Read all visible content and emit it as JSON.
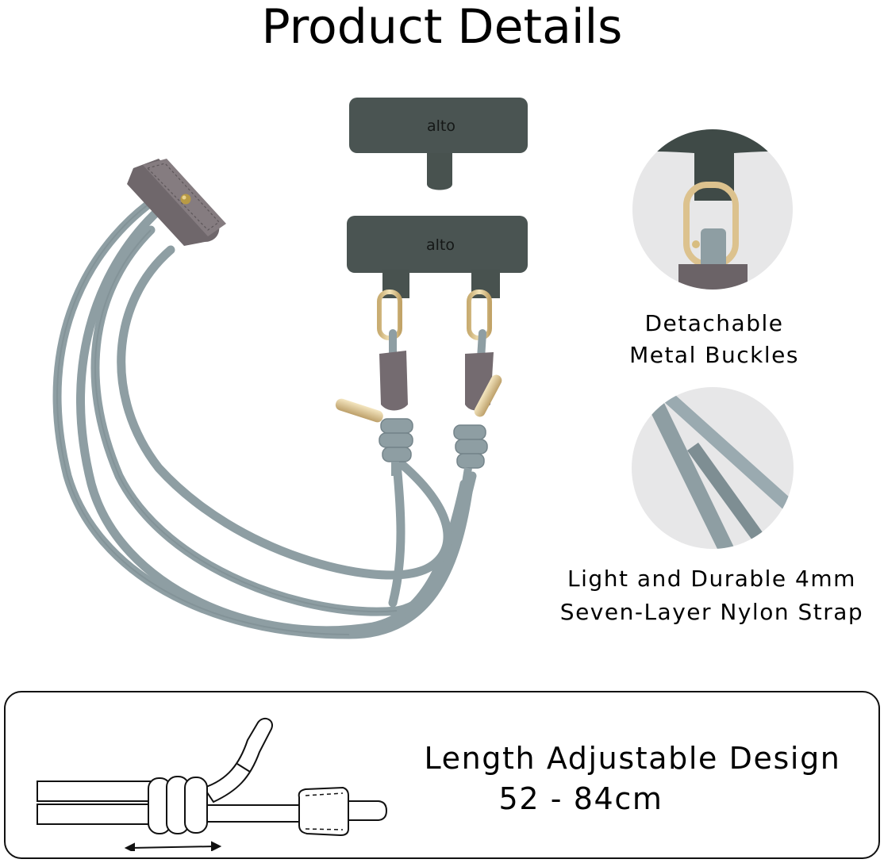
{
  "page": {
    "title": "Product Details"
  },
  "product_image": {
    "brand_logo_top": "alto",
    "brand_logo_bottom": "alto",
    "colors": {
      "patch": "#4a5452",
      "strap": "#8e9ea3",
      "strap_dark": "#7a898e",
      "leather": "#7d7478",
      "gold": "#d9c08a",
      "rivet": "#b89a45"
    }
  },
  "features": [
    {
      "label_line1": "Detachable",
      "label_line2": "Metal Buckles",
      "icon": "buckle-closeup"
    },
    {
      "label_line1": "Light and Durable 4mm",
      "label_line2": "Seven-Layer Nylon Strap",
      "icon": "nylon-strap-closeup"
    }
  ],
  "adjustable": {
    "title": "Length Adjustable Design",
    "range": "52 - 84cm",
    "diagram": "knot-slide-diagram"
  }
}
